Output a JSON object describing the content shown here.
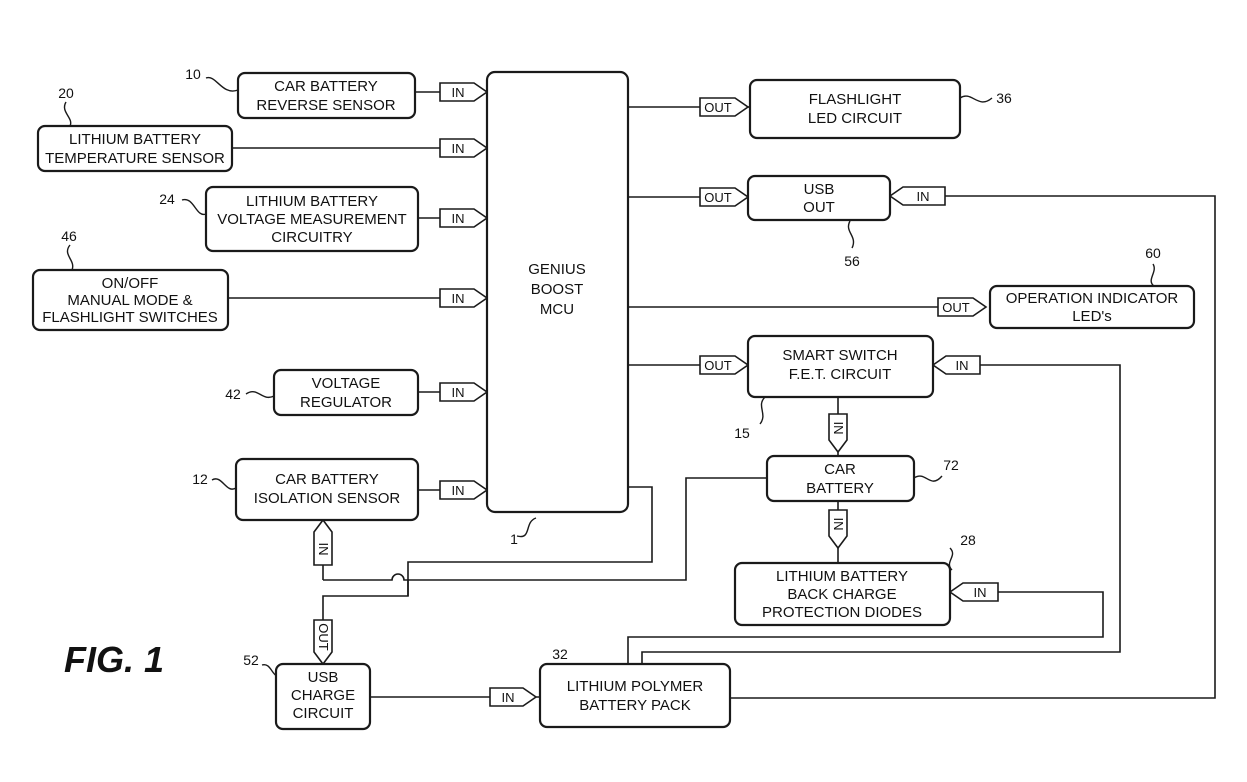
{
  "figure_label": "FIG. 1",
  "blocks": {
    "mcu": [
      "GENIUS",
      "BOOST",
      "MCU"
    ],
    "reverse": [
      "CAR BATTERY",
      "REVERSE SENSOR"
    ],
    "temp": [
      "LITHIUM BATTERY",
      "TEMPERATURE SENSOR"
    ],
    "voltage_meas": [
      "LITHIUM BATTERY",
      "VOLTAGE MEASUREMENT",
      "CIRCUITRY"
    ],
    "switches": [
      "ON/OFF",
      "MANUAL MODE &",
      "FLASHLIGHT SWITCHES"
    ],
    "regulator": [
      "VOLTAGE",
      "REGULATOR"
    ],
    "isolation": [
      "CAR BATTERY",
      "ISOLATION SENSOR"
    ],
    "usb_charge": [
      "USB",
      "CHARGE",
      "CIRCUIT"
    ],
    "lipo": [
      "LITHIUM POLYMER",
      "BATTERY PACK"
    ],
    "flashlight": [
      "FLASHLIGHT",
      "LED CIRCUIT"
    ],
    "usb_out": [
      "USB",
      "OUT"
    ],
    "indicator": [
      "OPERATION INDICATOR",
      "LED's"
    ],
    "smart_switch": [
      "SMART SWITCH",
      "F.E.T. CIRCUIT"
    ],
    "car_battery": [
      "CAR",
      "BATTERY"
    ],
    "diodes": [
      "LITHIUM BATTERY",
      "BACK CHARGE",
      "PROTECTION DIODES"
    ]
  },
  "refs": {
    "mcu": "1",
    "reverse": "10",
    "temp": "20",
    "voltage_meas": "24",
    "switches": "46",
    "regulator": "42",
    "isolation": "12",
    "usb_charge": "52",
    "lipo": "32",
    "flashlight": "36",
    "usb_out": "56",
    "indicator": "60",
    "smart_switch": "15",
    "car_battery": "72",
    "diodes": "28"
  },
  "ports": {
    "in": "IN",
    "out": "OUT"
  }
}
